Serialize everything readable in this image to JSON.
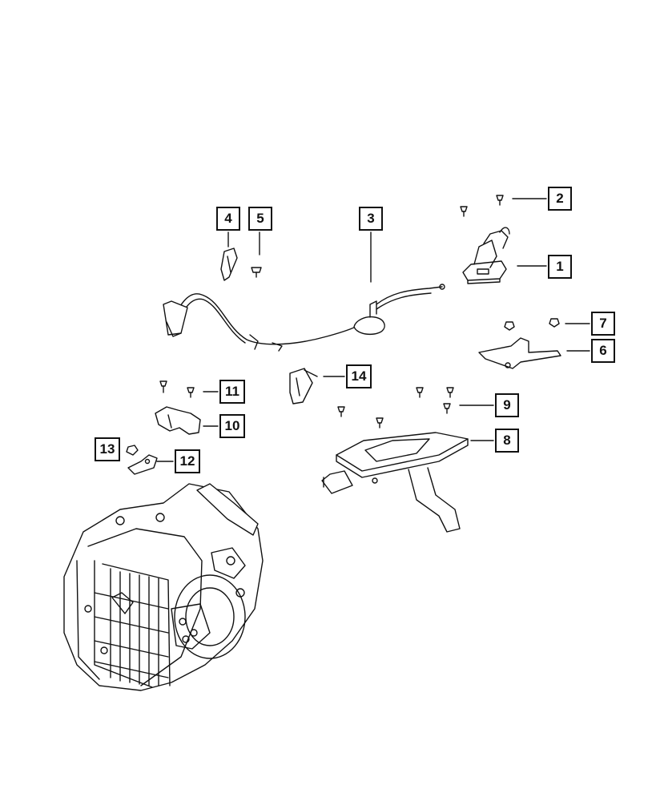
{
  "callouts": {
    "c1": "1",
    "c2": "2",
    "c3": "3",
    "c4": "4",
    "c5": "5",
    "c6": "6",
    "c7": "7",
    "c8": "8",
    "c9": "9",
    "c10": "10",
    "c11": "11",
    "c12": "12",
    "c13": "13",
    "c14": "14"
  },
  "style": {
    "line_color": "#111111",
    "background": "#ffffff"
  }
}
